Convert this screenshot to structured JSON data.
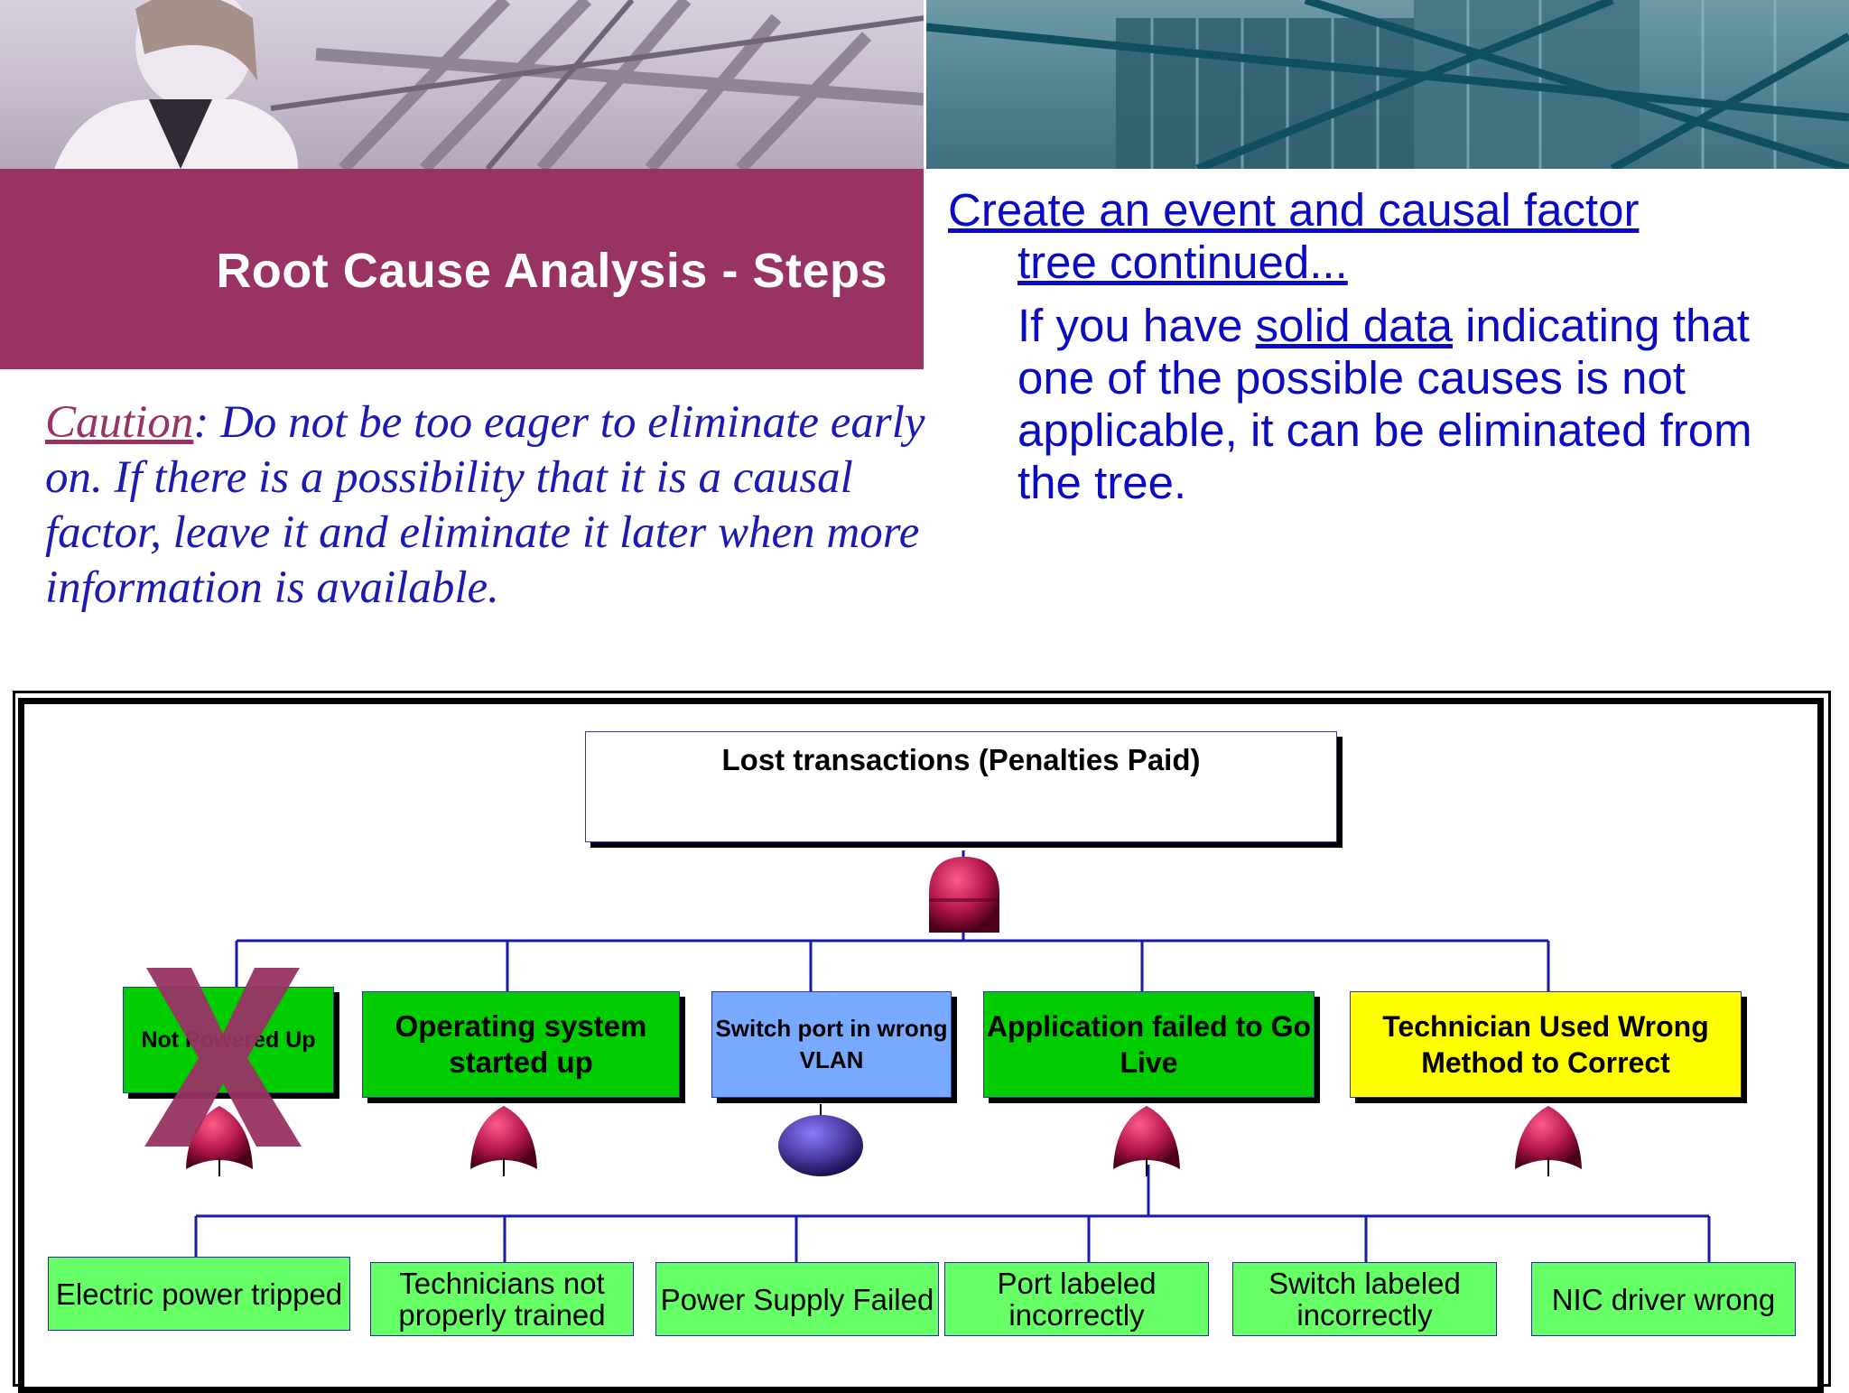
{
  "header": {
    "title": "Root Cause Analysis - Steps"
  },
  "caution": {
    "label": "Caution",
    "text": ": Do not be too eager to eliminate early on.  If there is a possibility that it is a causal factor, leave it and eliminate it later when more information is available."
  },
  "right_panel": {
    "heading_line1": "Create an event and causal factor",
    "heading_line2": "tree continued...",
    "para_before": "If you have ",
    "para_underlined": "solid data",
    "para_after": " indicating that one of the possible causes is not applicable, it can be eliminated from the tree."
  },
  "tree": {
    "top_event": "Lost transactions (Penalties Paid)",
    "causes": [
      {
        "label": "Not Powered Up",
        "color": "#00cc00",
        "crossed_out": true
      },
      {
        "label": "Operating system started up",
        "color": "#00cc00"
      },
      {
        "label": "Switch port in wrong VLAN",
        "color": "#77aaff"
      },
      {
        "label": "Application failed to Go Live",
        "color": "#00cc00"
      },
      {
        "label": "Technician Used Wrong Method to Correct",
        "color": "#ffff00"
      }
    ],
    "basic_events": [
      "Electric power tripped",
      "Technicians not properly trained",
      "Power Supply Failed",
      "Port labeled incorrectly",
      "Switch labeled incorrectly",
      "NIC driver wrong"
    ],
    "colors": {
      "top_event": "#ff7777",
      "leaf": "#66ff66",
      "connector": "#1a1aa8",
      "gate": "#b0154a",
      "basic_gate": "#4a3aa0",
      "x_mark": "#983364"
    }
  }
}
